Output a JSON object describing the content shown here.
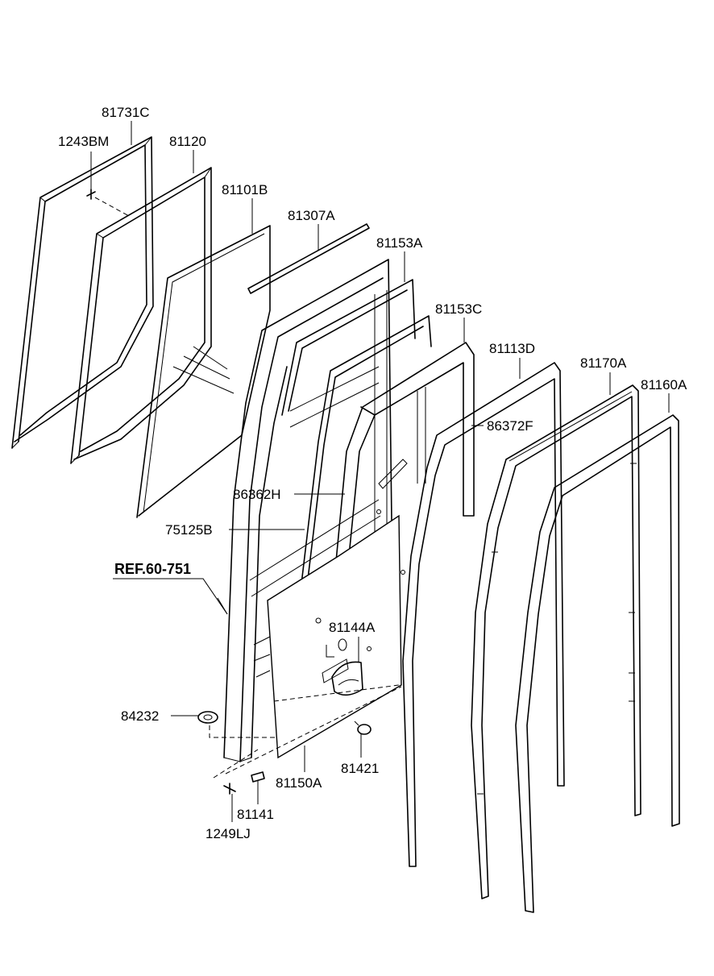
{
  "diagram": {
    "reference": "REF.60-751",
    "parts": [
      {
        "id": "p1",
        "code": "81731C"
      },
      {
        "id": "p2",
        "code": "1243BM"
      },
      {
        "id": "p3",
        "code": "81120"
      },
      {
        "id": "p4",
        "code": "81101B"
      },
      {
        "id": "p5",
        "code": "81307A"
      },
      {
        "id": "p6",
        "code": "81153A"
      },
      {
        "id": "p7",
        "code": "81153C"
      },
      {
        "id": "p8",
        "code": "81113D"
      },
      {
        "id": "p9",
        "code": "81170A"
      },
      {
        "id": "p10",
        "code": "81160A"
      },
      {
        "id": "p11",
        "code": "86372F"
      },
      {
        "id": "p12",
        "code": "86362H"
      },
      {
        "id": "p13",
        "code": "75125B"
      },
      {
        "id": "p14",
        "code": "81144A"
      },
      {
        "id": "p15",
        "code": "84232"
      },
      {
        "id": "p16",
        "code": "81421"
      },
      {
        "id": "p17",
        "code": "81150A"
      },
      {
        "id": "p18",
        "code": "81141"
      },
      {
        "id": "p19",
        "code": "1249LJ"
      }
    ]
  }
}
